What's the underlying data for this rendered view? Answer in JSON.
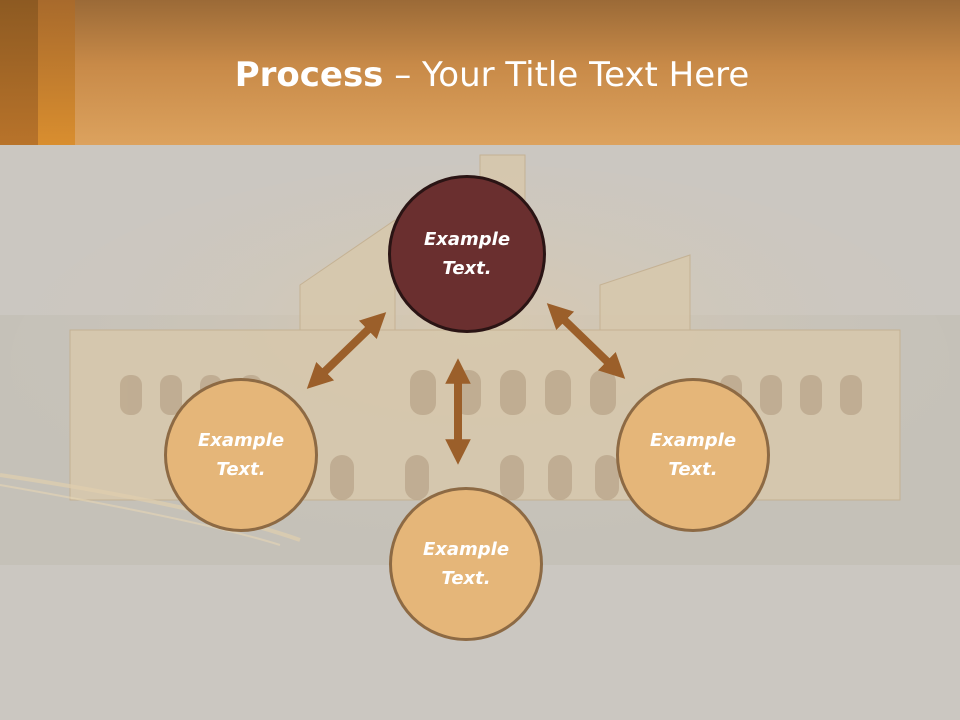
{
  "slide": {
    "title_strong": "Process",
    "title_rest": " – Your Title Text Here"
  },
  "nodes": {
    "top": "Example\nText.",
    "left": "Example\nText.",
    "right": "Example\nText.",
    "bottom": "Example\nText."
  },
  "colors": {
    "header_orange": "#dca25e",
    "node_light": "#e5b679",
    "node_dark": "#6a2f2f",
    "arrow": "#9b5f2a",
    "background": "#cbc7c1"
  }
}
